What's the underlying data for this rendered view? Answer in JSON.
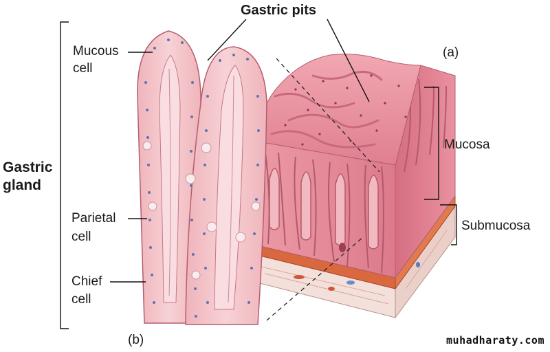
{
  "labels": {
    "gastric_pits": "Gastric pits",
    "panel_a": "(a)",
    "panel_b": "(b)",
    "mucous_cell_1": "Mucous",
    "mucous_cell_2": "cell",
    "gastric_gland_1": "Gastric",
    "gastric_gland_2": "gland",
    "parietal_cell_1": "Parietal",
    "parietal_cell_2": "cell",
    "chief_cell_1": "Chief",
    "chief_cell_2": "cell",
    "mucosa": "Mucosa",
    "submucosa": "Submucosa"
  },
  "watermark": "muhadharaty.com",
  "colors": {
    "tissue_pink": "#e58b9b",
    "tissue_light": "#f3c3c8",
    "submucosa_orange": "#d9683f",
    "connective": "#f6e6e0",
    "nucleus_blue": "#5a74b5"
  }
}
